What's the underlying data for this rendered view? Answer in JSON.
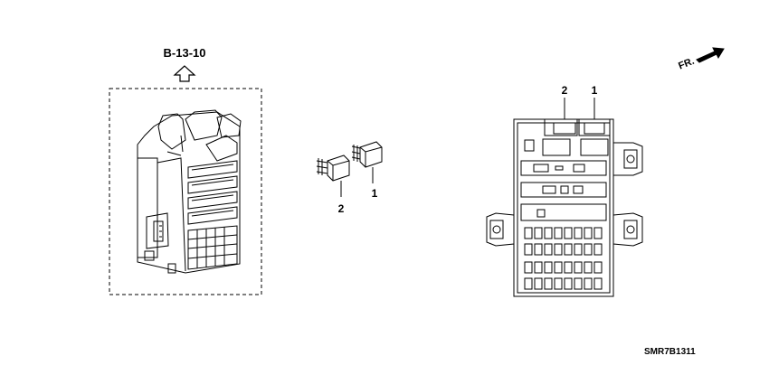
{
  "diagram": {
    "ref_code": "B-13-10",
    "direction_label": "FR.",
    "callouts": {
      "relay_1": "1",
      "relay_2": "2",
      "box_slot_1": "1",
      "box_slot_2": "2"
    },
    "part_code": "SMR7B1311"
  }
}
